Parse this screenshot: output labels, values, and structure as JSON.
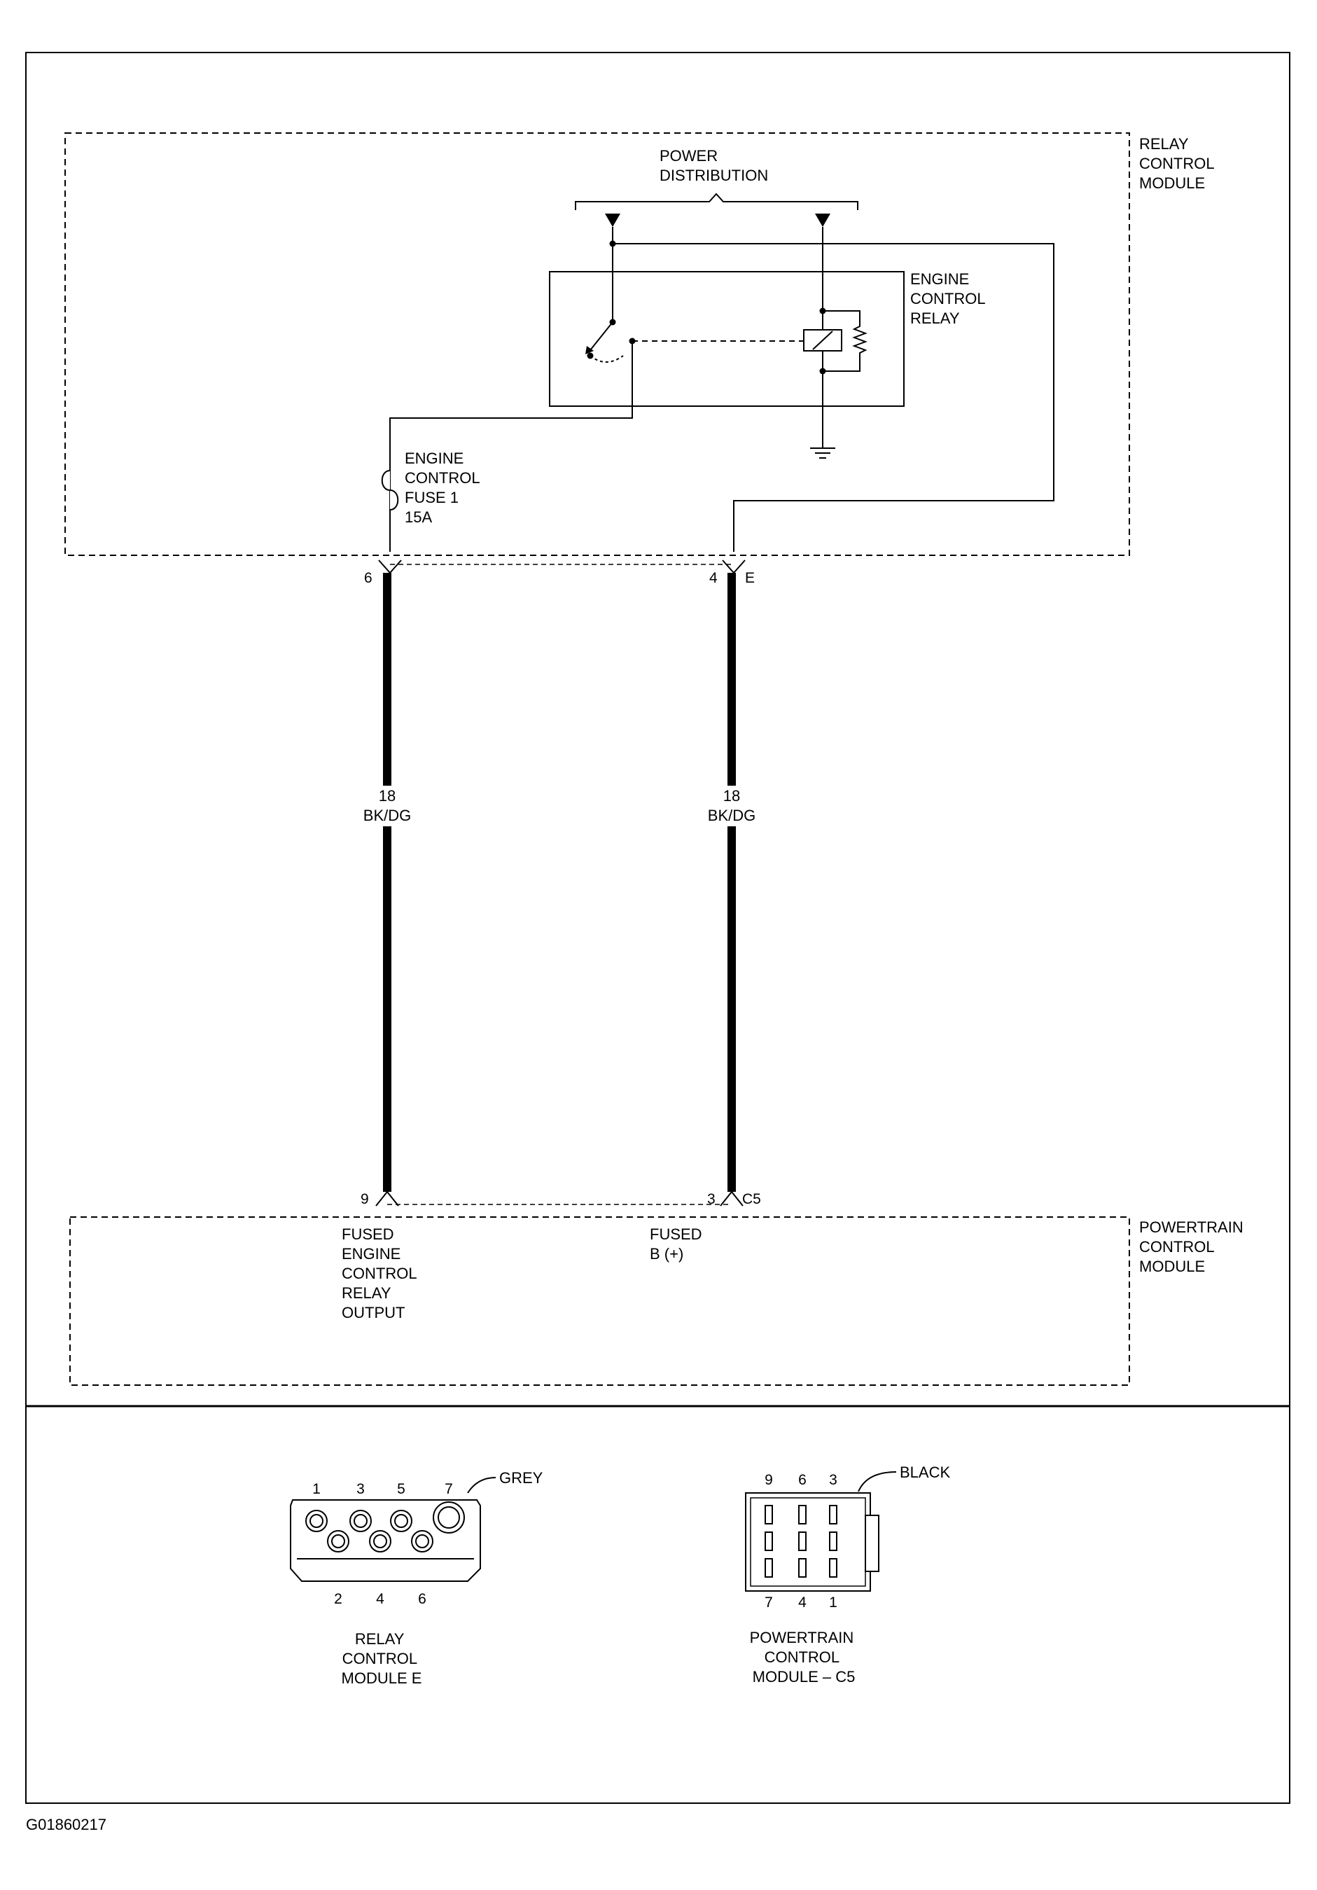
{
  "modules": {
    "relay_control_module": [
      "RELAY",
      "CONTROL",
      "MODULE"
    ],
    "powertrain_control_module": [
      "POWERTRAIN",
      "CONTROL",
      "MODULE"
    ]
  },
  "power_distribution": [
    "POWER",
    "DISTRIBUTION"
  ],
  "engine_control_relay": [
    "ENGINE",
    "CONTROL",
    "RELAY"
  ],
  "fuse": [
    "ENGINE",
    "CONTROL",
    "FUSE 1",
    "15A"
  ],
  "wires": [
    {
      "top_pin": "6",
      "top_connector": "",
      "gauge": "18",
      "color": "BK/DG",
      "bottom_pin": "9",
      "bottom_connector": "",
      "bottom_label": [
        "FUSED",
        "ENGINE",
        "CONTROL",
        "RELAY",
        "OUTPUT"
      ]
    },
    {
      "top_pin": "4",
      "top_connector": "E",
      "gauge": "18",
      "color": "BK/DG",
      "bottom_pin": "3",
      "bottom_connector": "C5",
      "bottom_label": [
        "FUSED",
        "B (+)"
      ]
    }
  ],
  "connector_rcm_e": {
    "color_label": "GREY",
    "top_pins": [
      "1",
      "3",
      "5",
      "7"
    ],
    "bottom_pins": [
      "2",
      "4",
      "6"
    ],
    "caption": [
      "RELAY",
      "CONTROL",
      "MODULE E"
    ]
  },
  "connector_pcm_c5": {
    "color_label": "BLACK",
    "top_pins": [
      "9",
      "6",
      "3"
    ],
    "bottom_pins": [
      "7",
      "4",
      "1"
    ],
    "caption": [
      "POWERTRAIN",
      "CONTROL",
      "MODULE – C5"
    ]
  },
  "figure_id": "G01860217"
}
